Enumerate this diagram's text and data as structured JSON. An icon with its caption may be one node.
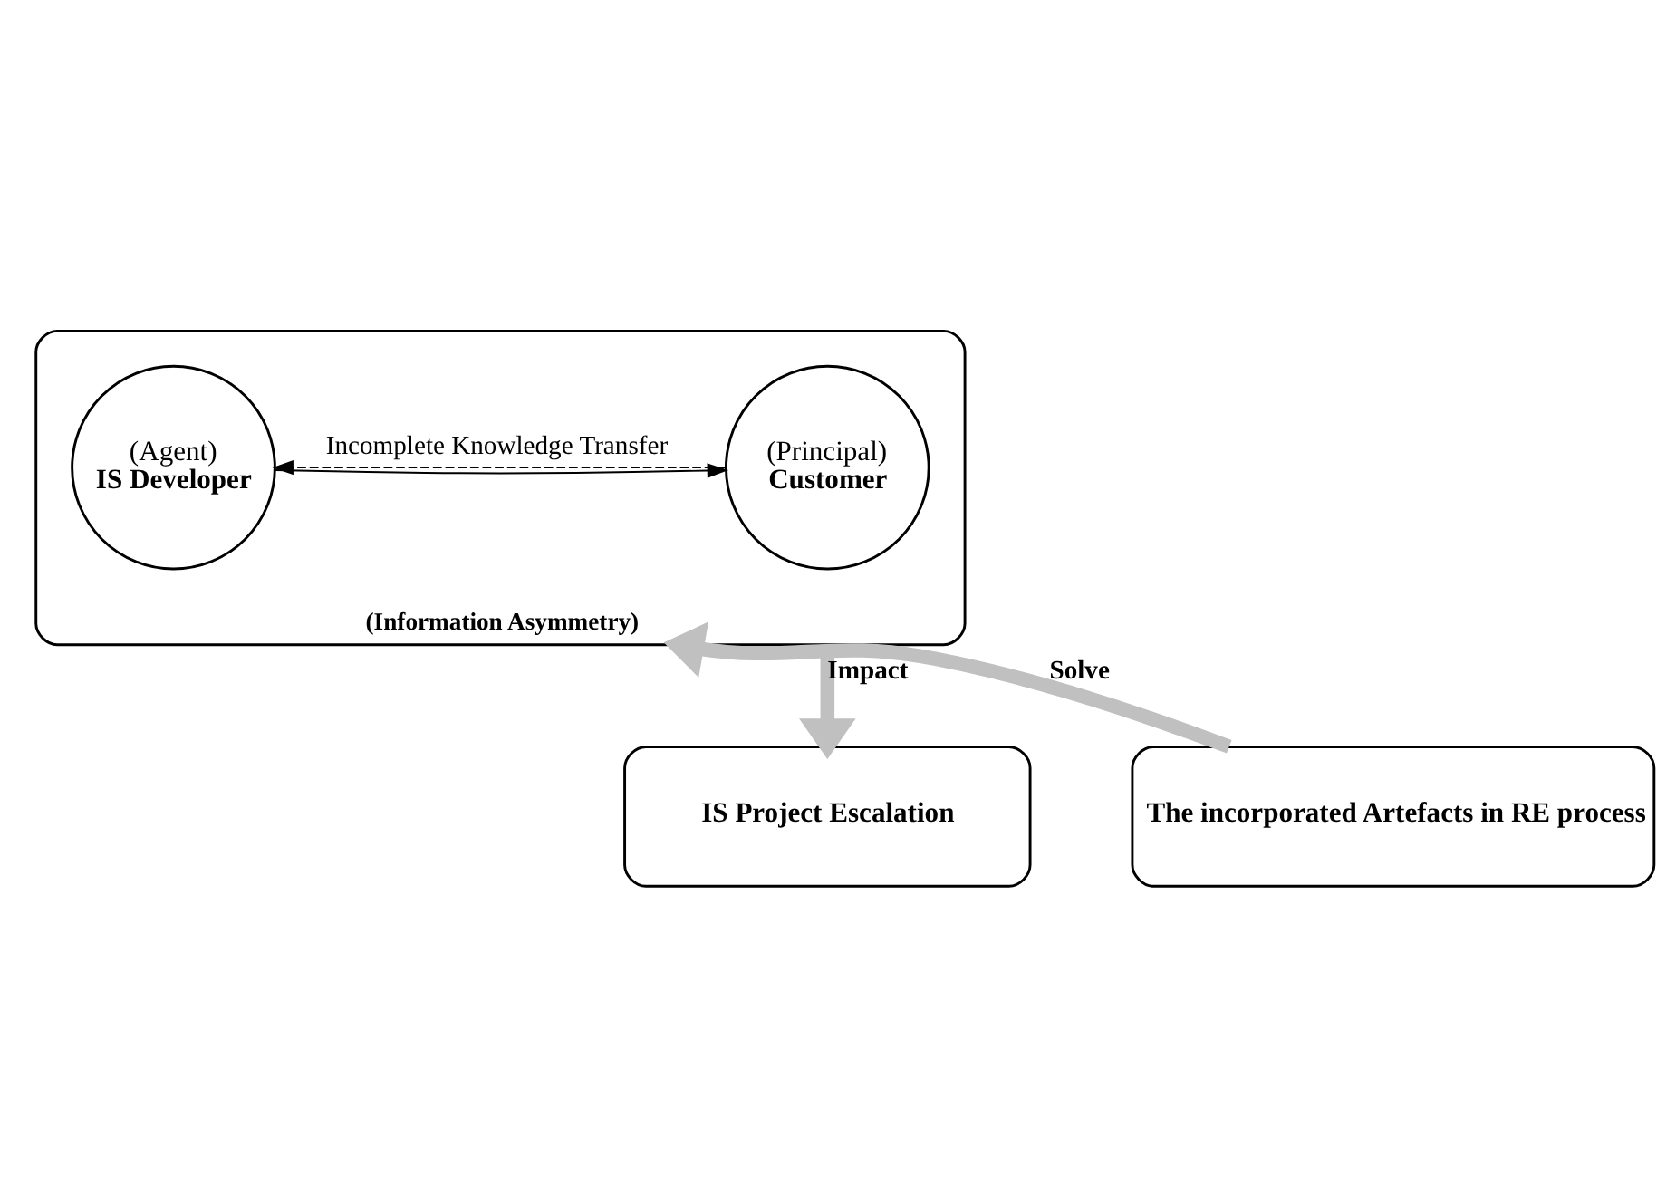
{
  "diagram": {
    "nodes": [
      {
        "text": [
          "(Information Asymmetry)"
        ]
      },
      {
        "text": [
          "(Principal)",
          "Customer"
        ],
        "in": 0
      },
      {
        "text": [
          "(Agent)",
          "IS Developer"
        ],
        "in": 0
      },
      {
        "text": [
          "IS Project Escalation"
        ]
      },
      {
        "text": [
          "The incorporated Artefacts in RE process"
        ]
      }
    ],
    "edges": [
      {
        "from": 2,
        "to": 1,
        "arrow": "to"
      },
      {
        "from": 1,
        "to": 2,
        "arrow": "to",
        "style": "dashed",
        "label": "Incomplete Knowledge Transfer"
      },
      {
        "from": 0,
        "to": 3,
        "arrow": "to",
        "style": "thick",
        "color": "#c0c0c0",
        "label": "Impact"
      },
      {
        "from": 4,
        "to": 0,
        "arrow": "to",
        "style": "thick",
        "color": "#c0c0c0",
        "label": "Solve"
      }
    ]
  }
}
